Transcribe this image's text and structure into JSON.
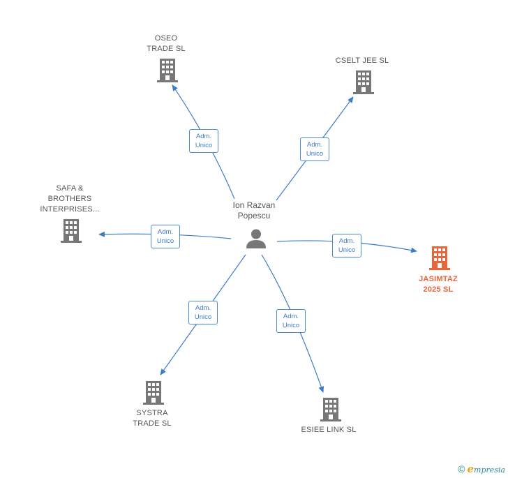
{
  "center": {
    "name_line1": "Ion Razvan",
    "name_line2": "Popescu"
  },
  "relations": [
    "Adm.",
    "Unico"
  ],
  "companies": {
    "oseo": {
      "line1": "OSEO",
      "line2": "TRADE  SL"
    },
    "cselt": {
      "line1": "CSELT JEE  SL"
    },
    "safa": {
      "line1": "SAFA &",
      "line2": "BROTHERS",
      "line3": "INTERPRISES..."
    },
    "jasimtaz": {
      "line1": "JASIMTAZ",
      "line2": "2025  SL"
    },
    "systra": {
      "line1": "SYSTRA",
      "line2": "TRADE  SL"
    },
    "esiee": {
      "line1": "ESIEE LINK  SL"
    }
  },
  "colors": {
    "edge": "#3e7cc8",
    "building": "#777777",
    "highlight": "#e8643a"
  },
  "footer": {
    "copyright": "©",
    "brand_e": "e",
    "brand_rest": "mpresia"
  }
}
